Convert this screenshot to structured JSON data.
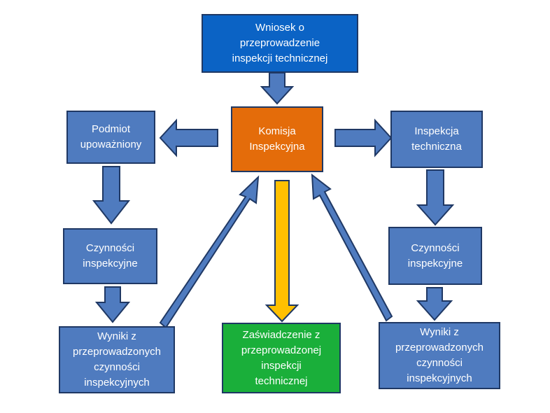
{
  "boxes": {
    "wniosek": "Wniosek o\nprzeprowadzenie\ninspekcji technicznej",
    "komisja": "Komisja\nInspekcyjna",
    "podmiot": "Podmiot\nupoważniony",
    "inspekcja": "Inspekcja\ntechniczna",
    "czynnosci_left": "Czynności\ninspekcyjne",
    "czynnosci_right": "Czynności\ninspekcyjne",
    "wyniki_left": "Wyniki z\nprzeprowadzonych\nczynności\ninspekcyjnych",
    "wyniki_right": "Wyniki z\nprzeprowadzonych\nczynności\ninspekcyjnych",
    "zaswiadczenie": "Zaświadczenie z\nprzeprowadzonej\ninspekcji\ntechnicznej"
  },
  "colors": {
    "box_blue": "#4f7bbf",
    "box_top": "#0b63c5",
    "box_center": "#e46c0a",
    "box_result": "#1aaf3a",
    "arrow_blue": "#4f7bbf",
    "arrow_yellow": "#ffc000",
    "outline": "#1f3864"
  }
}
